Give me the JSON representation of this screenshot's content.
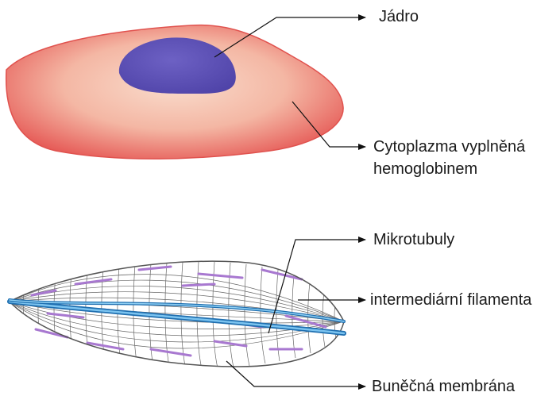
{
  "labels": {
    "nucleus": "Jádro",
    "cytoplasm_line1": "Cytoplazma vyplněná",
    "cytoplasm_line2": "hemoglobinem",
    "microtubules": "Mikrotubuly",
    "filaments": "intermediární filamenta",
    "membrane": "Buněčná membrána"
  },
  "colors": {
    "cell_outer": "#e85a56",
    "cell_inner": "#f6c9b6",
    "nucleus": "#5c4fb4",
    "mesh": "#555555",
    "filament": "#a070c8",
    "microtubule": "#2f8fd6",
    "leader_line": "#111111"
  }
}
